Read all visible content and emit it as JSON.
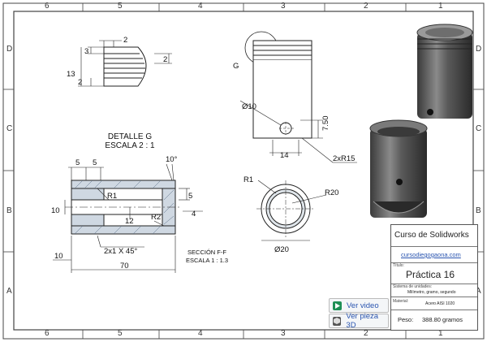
{
  "zones": {
    "columns": [
      "6",
      "5",
      "4",
      "3",
      "2",
      "1"
    ],
    "rows": [
      "D",
      "C",
      "B",
      "A"
    ]
  },
  "detail": {
    "title": "DETALLE G",
    "scale": "ESCALA 2 : 1",
    "dims": {
      "d1": "2",
      "d2": "3",
      "d3": "13",
      "d4": "2",
      "d5": "2"
    }
  },
  "section": {
    "title": "SECCIÓN F-F",
    "scale": "ESCALA 1 : 1.3",
    "dims": {
      "w1": "5",
      "w2": "5",
      "angle": "10°",
      "h1": "5",
      "h2": "4",
      "d10": "10",
      "d12": "12",
      "r1": "R1",
      "r2": "R2",
      "chamfer": "2x1 X 45°",
      "left10": "10",
      "len": "70"
    }
  },
  "front": {
    "label": "G",
    "dims": {
      "phi": "Ø10",
      "h": "7.50",
      "w": "14",
      "rad": "2xR15"
    }
  },
  "end_view": {
    "dims": {
      "r1": "R1",
      "r20": "R20",
      "phi": "Ø20"
    }
  },
  "title_block": {
    "course": "Curso de Solidworks",
    "website": "cursodiegogaona.com",
    "title_label": "Título:",
    "title": "Práctica 16",
    "units_label": "Sistema de unidades:",
    "units_value": "Milímetro, gramo, segundo",
    "material_label": "Material:",
    "material_value": "Acero AISI 1020",
    "weight_label": "Peso:",
    "weight_value": "388.80 gramos"
  },
  "buttons": {
    "video": "Ver video",
    "view3d": "Ver pieza 3D"
  },
  "colors": {
    "video_icon": "#1e8f55",
    "view3d_icon": "#555555",
    "link": "#2a55b0"
  }
}
